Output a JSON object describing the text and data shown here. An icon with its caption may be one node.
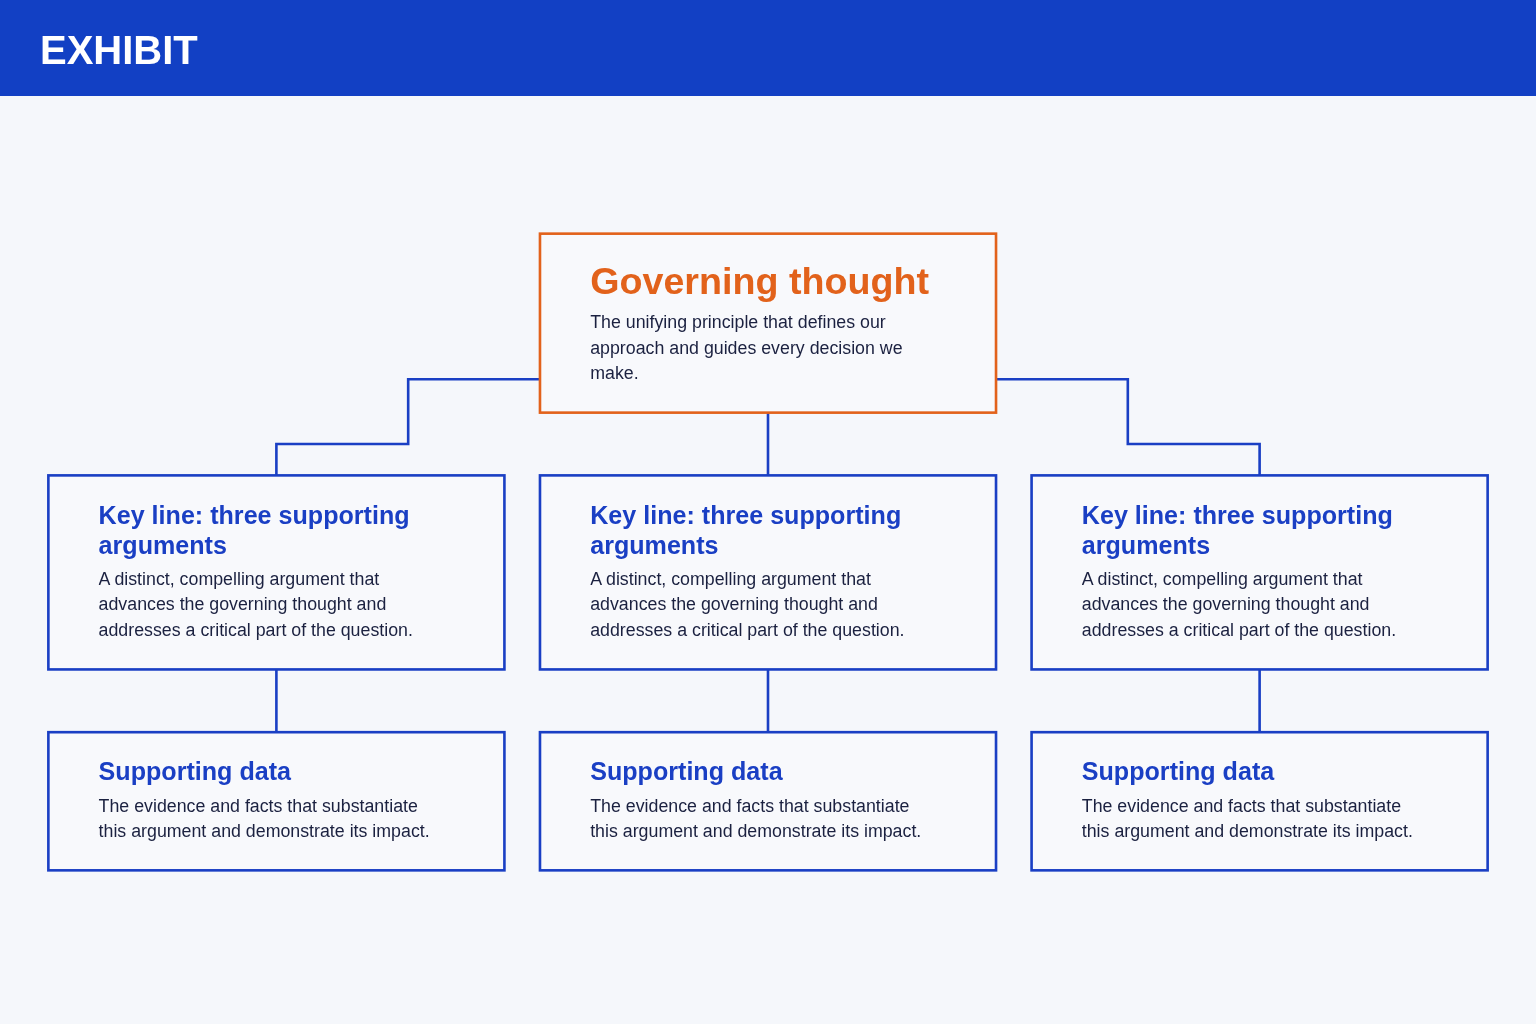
{
  "diagram": {
    "title": "EXHIBIT",
    "nodes": [
      {
        "text": [
          "Governing thought",
          "The unifying principle that defines our approach and guides every decision we make."
        ]
      },
      {
        "text": [
          "Key line: three supporting arguments",
          "A distinct, compelling argument that advances the governing thought and addresses a critical part of the question."
        ]
      },
      {
        "text": [
          "Key line: three supporting arguments",
          "A distinct, compelling argument that advances the governing thought and addresses a critical part of the question."
        ]
      },
      {
        "text": [
          "Key line: three supporting arguments",
          "A distinct, compelling argument that advances the governing thought and addresses a critical part of the question."
        ]
      },
      {
        "text": [
          "Supporting data",
          "The evidence and facts that substantiate this argument and demonstrate its impact."
        ]
      },
      {
        "text": [
          "Supporting data",
          "The evidence and facts that substantiate this argument and demonstrate its impact."
        ]
      },
      {
        "text": [
          "Supporting data",
          "The evidence and facts that substantiate this argument and demonstrate its impact."
        ]
      }
    ],
    "edges": [
      {
        "from": 0,
        "to": 1,
        "arrow": "none"
      },
      {
        "from": 0,
        "to": 2,
        "arrow": "none"
      },
      {
        "from": 0,
        "to": 3,
        "arrow": "none"
      },
      {
        "from": 1,
        "to": 4,
        "arrow": "none"
      },
      {
        "from": 2,
        "to": 5,
        "arrow": "none"
      },
      {
        "from": 3,
        "to": 6,
        "arrow": "none"
      }
    ]
  }
}
